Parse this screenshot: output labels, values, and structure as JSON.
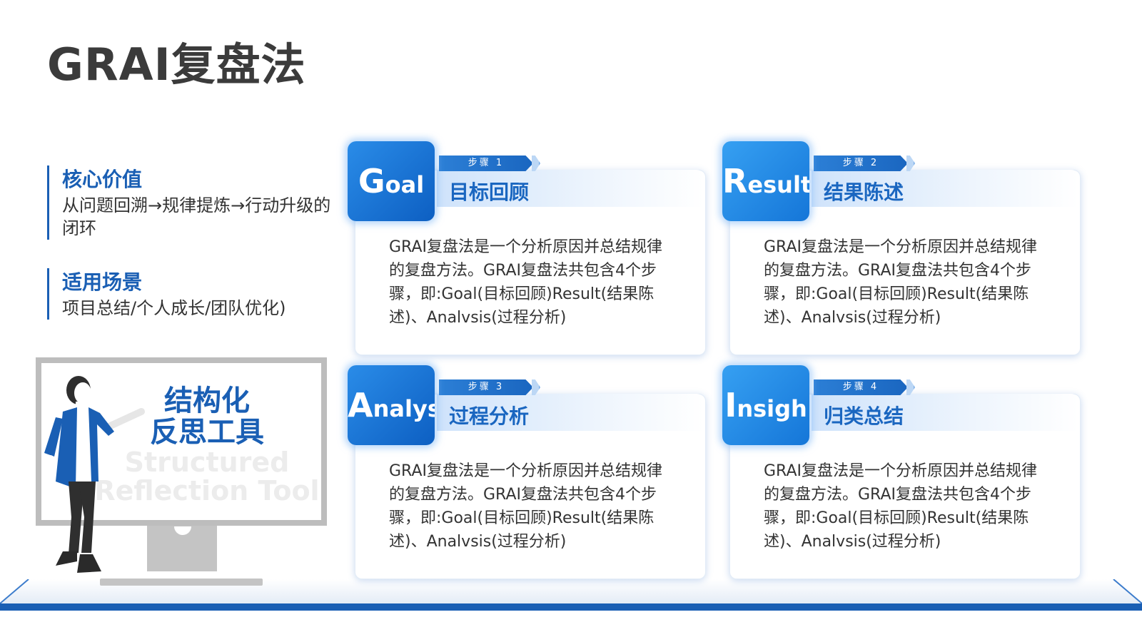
{
  "title": "GRAI复盘法",
  "left": {
    "core_value": {
      "heading": "核心价值",
      "text": "从问题回溯→规律提炼→行动升级的闭环"
    },
    "scenario": {
      "heading": "适用场景",
      "text": "项目总结/个人成长/团队优化)"
    }
  },
  "monitor": {
    "title_line1": "结构化",
    "title_line2": "反思工具",
    "subtitle_line1": "Structured",
    "subtitle_line2": "Reflection Tool"
  },
  "steps": [
    {
      "badge_initial": "G",
      "badge_rest": "oal",
      "step_label": "步骤 1",
      "name": "目标回顾",
      "desc": "GRAI复盘法是一个分析原因并总结规律的复盘方法。GRAI复盘法共包含4个步骤，即:Goal(目标回顾)Result(结果陈述)、Analvsis(过程分析)"
    },
    {
      "badge_initial": "R",
      "badge_rest": "esult",
      "step_label": "步骤 2",
      "name": "结果陈述",
      "desc": "GRAI复盘法是一个分析原因并总结规律的复盘方法。GRAI复盘法共包含4个步骤，即:Goal(目标回顾)Result(结果陈述)、Analvsis(过程分析)"
    },
    {
      "badge_initial": "A",
      "badge_rest": "nalys",
      "step_label": "步骤 3",
      "name": "过程分析",
      "desc": "GRAI复盘法是一个分析原因并总结规律的复盘方法。GRAI复盘法共包含4个步骤，即:Goal(目标回顾)Result(结果陈述)、Analvsis(过程分析)"
    },
    {
      "badge_initial": "I",
      "badge_rest": "nsigh",
      "step_label": "步骤 4",
      "name": "归类总结",
      "desc": "GRAI复盘法是一个分析原因并总结规律的复盘方法。GRAI复盘法共包含4个步骤，即:Goal(目标回顾)Result(结果陈述)、Analvsis(过程分析)"
    }
  ],
  "colors": {
    "accent": "#1a5fb4",
    "badge_dark": "#0d5fc2",
    "badge_light": "#36a0f2",
    "title": "#3b3b3b"
  }
}
